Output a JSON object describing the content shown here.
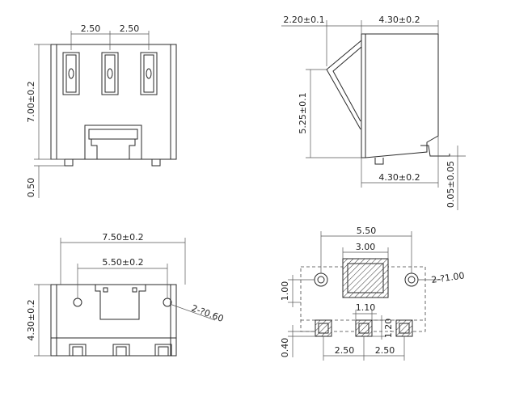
{
  "dimensions": {
    "front_pitch_1": "2.50",
    "front_pitch_2": "2.50",
    "front_height": "7.00±0.2",
    "front_standoff": "0.50",
    "side_top_left": "2.20±0.1",
    "side_top_right": "4.30±0.2",
    "side_height": "5.25±0.1",
    "side_bottom": "4.30±0.2",
    "side_bottom_offset": "0.05±0.05",
    "top_overall_width": "7.50±0.2",
    "top_hole_pitch": "5.50±0.2",
    "top_depth": "4.30±0.2",
    "top_hole_note": "2-?0.60",
    "pcb_hole_pitch": "5.50",
    "pcb_slot_width": "3.00",
    "pcb_row_offset": "1.00",
    "pcb_hole_note": "2-?1.00",
    "pcb_pad_width": "1.10",
    "pcb_pad_height": "1.20",
    "pcb_pad_offset": "0.40",
    "pcb_pad_pitch_1": "2.50",
    "pcb_pad_pitch_2": "2.50"
  }
}
